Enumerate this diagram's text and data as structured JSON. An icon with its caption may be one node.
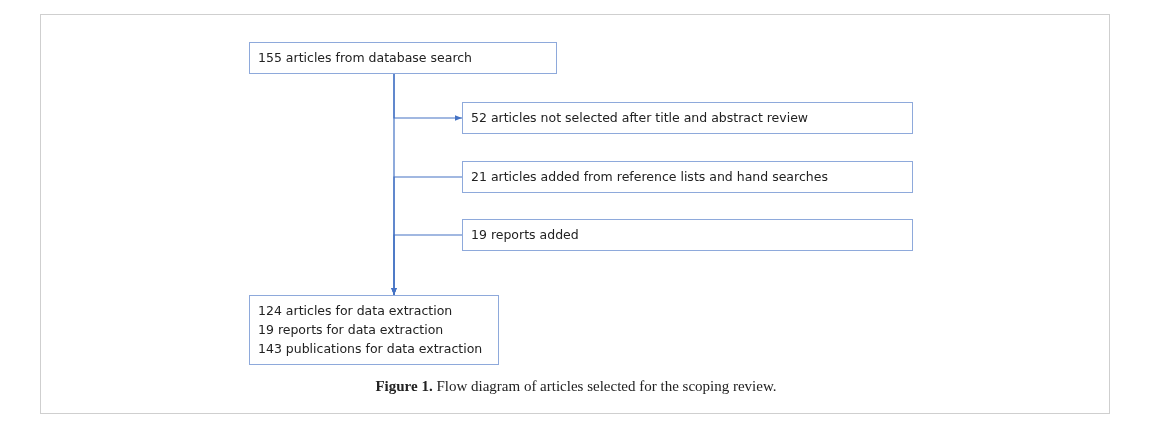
{
  "diagram": {
    "caption": "**Figure 1.** Flow diagram of articles selected for the scoping review.",
    "nodes": [
      {
        "text": [
          "155 articles from database search"
        ]
      },
      {
        "text": [
          "52 articles not selected after title and abstract review"
        ]
      },
      {
        "text": [
          "21 articles added from reference lists and hand searches"
        ]
      },
      {
        "text": [
          "19 reports added"
        ]
      },
      {
        "text": [
          "124 articles for data extraction",
          "19 reports for data extraction",
          "143 publications for data extraction"
        ]
      }
    ],
    "edges": [
      {
        "from": 0,
        "to": 4,
        "arrow": "to"
      },
      {
        "from": 0,
        "to": 1,
        "arrow": "to"
      },
      {
        "from": 2,
        "to": 4,
        "arrow": "to"
      },
      {
        "from": 3,
        "to": 4,
        "arrow": "to"
      }
    ]
  }
}
